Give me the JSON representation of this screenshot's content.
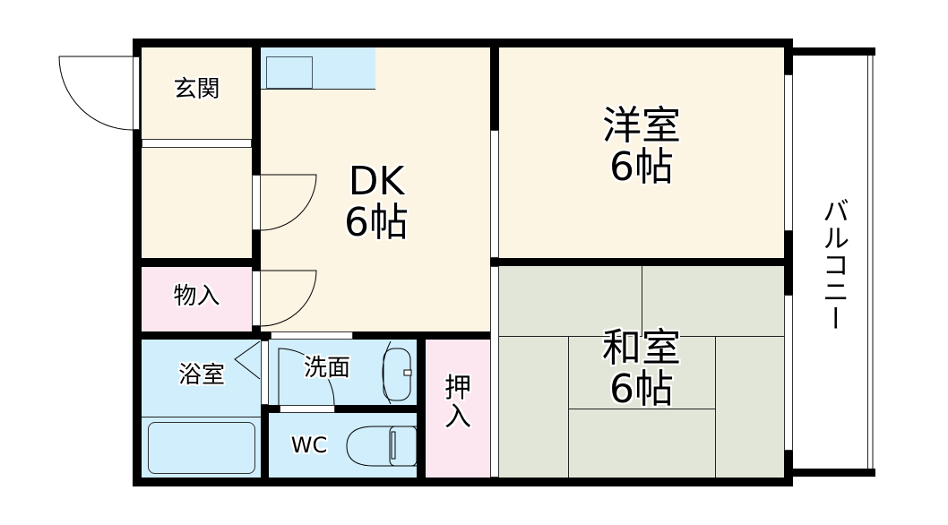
{
  "floor_plan": {
    "rooms": {
      "genkan": {
        "label": "玄関"
      },
      "dk": {
        "label": "DK",
        "size": "6帖"
      },
      "youshitsu": {
        "label": "洋室",
        "size": "6帖"
      },
      "washitsu": {
        "label": "和室",
        "size": "6帖"
      },
      "monoire": {
        "label": "物入"
      },
      "yokushitsu": {
        "label": "浴室"
      },
      "senmen": {
        "label": "洗面"
      },
      "wc": {
        "label": "WC"
      },
      "oshiire": {
        "line1": "押",
        "line2": "入"
      },
      "balcony": {
        "label": "バルコニー"
      }
    },
    "colors": {
      "wall": "#000000",
      "cream_floor": "#fdf5e3",
      "wet_area": "#d0eefb",
      "storage": "#fce6ef",
      "tatami": "#e1e6d9"
    }
  }
}
